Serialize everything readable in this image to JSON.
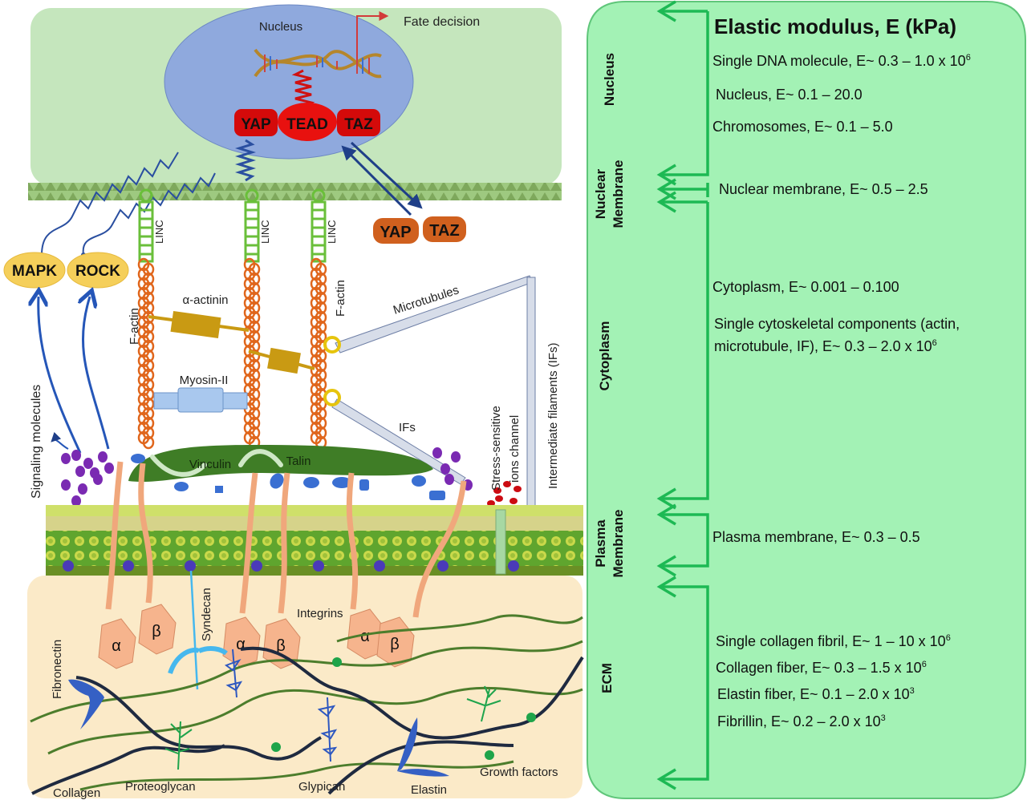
{
  "diagram": {
    "nucleus_label": "Nucleus",
    "fate_decision": "Fate decision",
    "nuclear_complex": [
      "YAP",
      "TEAD",
      "TAZ"
    ],
    "cytoplasmic_complex": [
      "YAP",
      "TAZ"
    ],
    "linc_label": "LINC",
    "kinases": [
      "MAPK",
      "ROCK"
    ],
    "f_actin": "F-actin",
    "alpha_actinin": "α-actinin",
    "myosin": "Myosin-II",
    "microtubules": "Microtubules",
    "ifs": "IFs",
    "intermediate_filaments": "Intermediate filaments (IFs)",
    "signaling_molecules": "Signaling molecules",
    "vinculin": "Vinculin",
    "talin": "Talin",
    "stress_channel": [
      "Stress-sensitive",
      "ions channel"
    ],
    "syndecan": "Syndecan",
    "integrins": "Integrins",
    "alpha": "α",
    "beta": "β",
    "fibronectin": "Fibronectin",
    "collagen": "Collagen",
    "proteoglycan": "Proteoglycan",
    "glypican": "Glypican",
    "elastin": "Elastin",
    "growth_factors": "Growth factors"
  },
  "panel": {
    "title": "Elastic modulus, E (kPa)",
    "sections": [
      {
        "name": "Nucleus",
        "lines": [
          "Nucleus"
        ]
      },
      {
        "name": "Nuclear Membrane",
        "lines": [
          "Nuclear",
          "Membrane"
        ]
      },
      {
        "name": "Cytoplasm",
        "lines": [
          "Cytoplasm"
        ]
      },
      {
        "name": "Plasma Membrane",
        "lines": [
          "Plasma",
          "Membrane"
        ]
      },
      {
        "name": "ECM",
        "lines": [
          "ECM"
        ]
      }
    ],
    "entries": [
      {
        "text": "Single DNA molecule, E~ 0.3 – 1.0 x 10",
        "exp": "6"
      },
      {
        "text": "Nucleus, E~ 0.1 – 20.0",
        "exp": ""
      },
      {
        "text": "Chromosomes, E~ 0.1 – 5.0",
        "exp": ""
      },
      {
        "text": "Nuclear membrane, E~ 0.5 – 2.5",
        "exp": ""
      },
      {
        "text": "Cytoplasm, E~ 0.001 – 0.100",
        "exp": ""
      },
      {
        "text": "Single cytoskeletal components (actin,",
        "exp": ""
      },
      {
        "text": "microtubule, IF), E~ 0.3 – 2.0 x 10",
        "exp": "6"
      },
      {
        "text": "Plasma membrane, E~ 0.3 – 0.5",
        "exp": ""
      },
      {
        "text": "Single collagen fibril, E~ 1 – 10 x 10",
        "exp": "6"
      },
      {
        "text": "Collagen fiber, E~ 0.3 – 1.5 x 10",
        "exp": "6"
      },
      {
        "text": "Elastin fiber, E~ 0.1 – 2.0 x 10",
        "exp": "3"
      },
      {
        "text": "Fibrillin, E~ 0.2 – 2.0 x 10",
        "exp": "3"
      }
    ]
  },
  "colors": {
    "panel_bg": "#a3f2b5",
    "panel_arrow": "#1db954",
    "nucleus_region": "#c5e6bd",
    "nucleus": "#8fa9dd",
    "ecm_bg": "#fbeac8",
    "yap_taz_nuclear": "#d40a0a",
    "yap_taz_cyto": "#d0601e",
    "kinase": "#f5cf5a",
    "actin": "#e0661c",
    "linc": "#6abf3a",
    "focal_adhesion": "#3f7d26",
    "signal_arrow": "#1f4fa8"
  }
}
